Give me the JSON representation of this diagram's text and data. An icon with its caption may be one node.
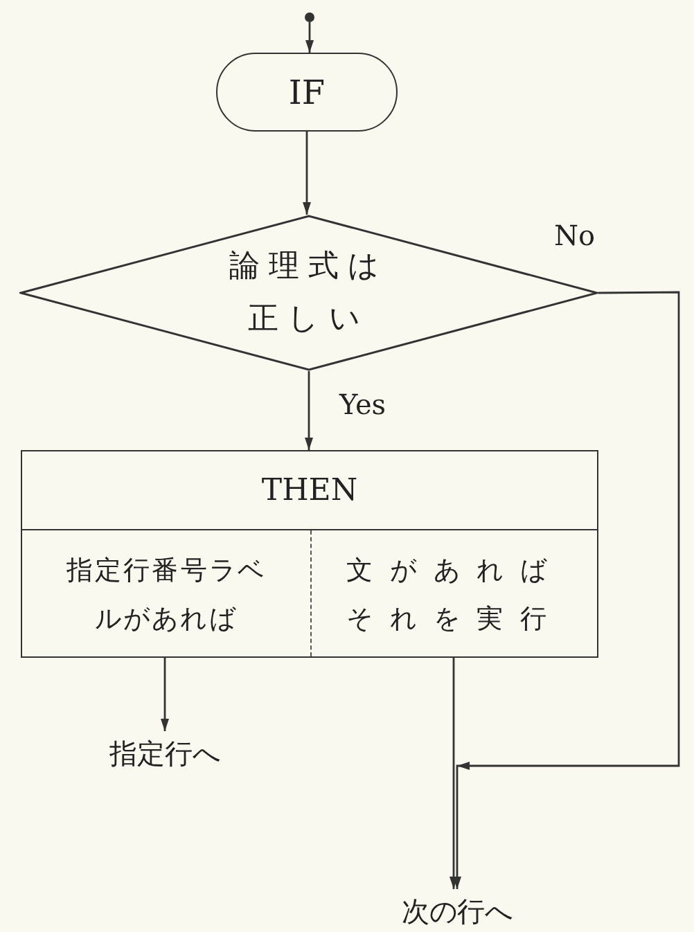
{
  "diagram": {
    "nodes": [
      {
        "text": [],
        "shape": "circle"
      },
      {
        "text": [
          "IF"
        ]
      },
      {
        "text": [
          "論理式は正しい"
        ]
      },
      {
        "text": [
          "THEN"
        ]
      },
      {
        "text": [
          "指定行番号ラベルがあれば"
        ],
        "in": 3
      },
      {
        "text": [
          "文があればそれを実行"
        ],
        "in": 3
      },
      {
        "text": [
          "指定行へ"
        ]
      },
      {
        "text": [
          "次の行へ"
        ]
      }
    ],
    "edges": [
      {
        "from": 0,
        "to": 1,
        "arrow": "to"
      },
      {
        "from": 1,
        "to": 2,
        "arrow": "to"
      },
      {
        "from": 2,
        "to": 3,
        "arrow": "to",
        "label": "Yes"
      },
      {
        "from": 2,
        "to": 7,
        "arrow": "to",
        "label": "No"
      },
      {
        "from": 4,
        "to": 6,
        "arrow": "to"
      },
      {
        "from": 5,
        "to": 7,
        "arrow": "to"
      }
    ]
  }
}
